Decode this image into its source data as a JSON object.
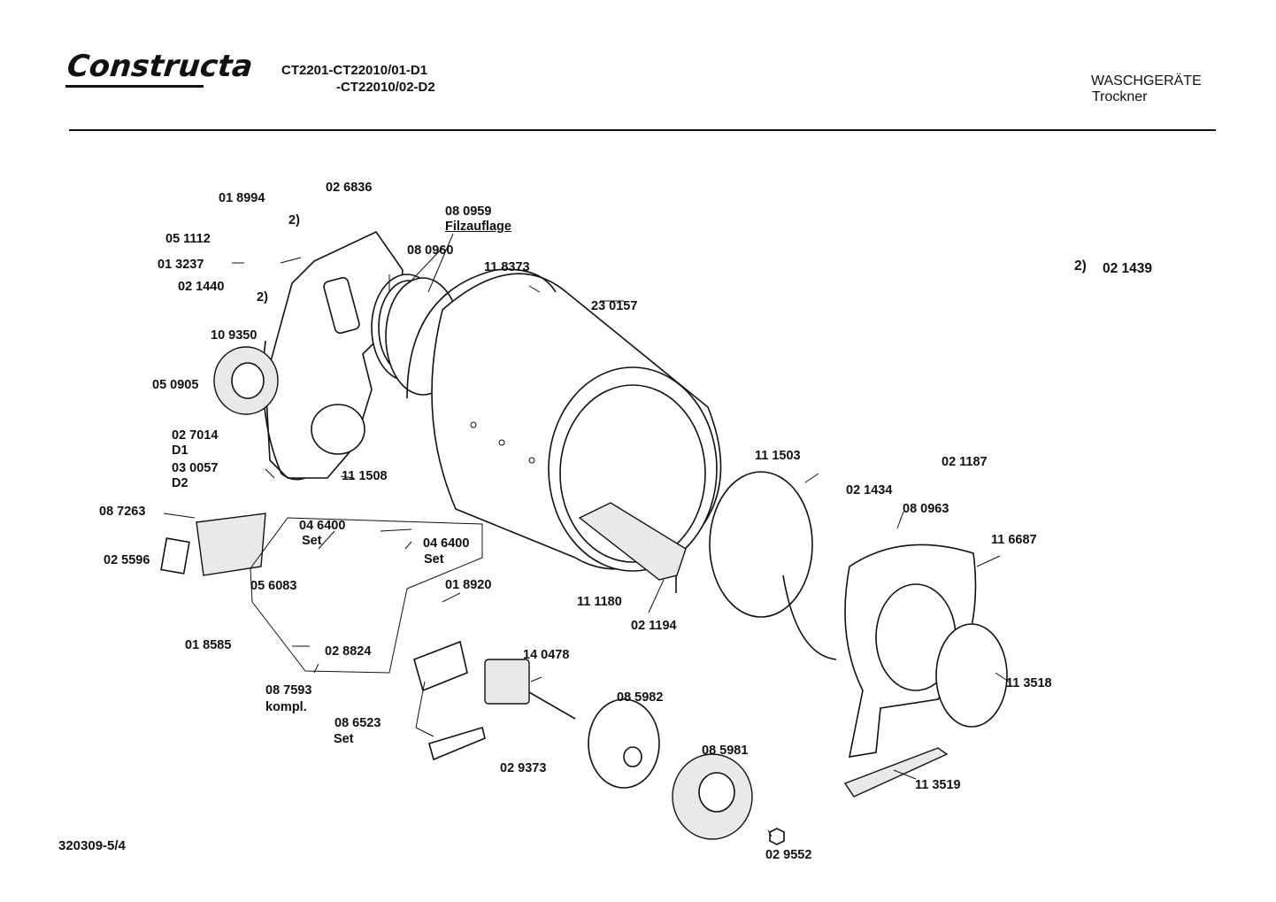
{
  "header": {
    "brand": "Constructa",
    "model_line1": "CT2201-CT22010/01-D1",
    "model_line2": "-CT22010/02-D2",
    "category_line1": "WASCHGERÄTE",
    "category_line2": "Trockner"
  },
  "footnote": {
    "marker": "2)",
    "part_no": "02 1439"
  },
  "document_number": "320309-5/4",
  "labels": {
    "p018994": "01 8994",
    "p026836": "02 6836",
    "note2a": "2)",
    "p080959": "08 0959",
    "filzauflage": "Filzauflage",
    "p051112": "05 1112",
    "p080960": "08 0960",
    "p118373": "11 8373",
    "p013237": "01 3237",
    "p021440": "02 1440",
    "note2b": "2)",
    "p230157": "23 0157",
    "p109350": "10 9350",
    "p050905": "05 0905",
    "p027014": "02 7014",
    "d1": "D1",
    "p030057": "03 0057",
    "d2": "D2",
    "p111508": "11 1508",
    "p111503": "11 1503",
    "p021187": "02 1187",
    "p021434": "02 1434",
    "p080963": "08 0963",
    "p087263": "08 7263",
    "p046400a": "04 6400",
    "set_a": "Set",
    "p046400b": "04 6400",
    "set_b": "Set",
    "p116687": "11 6687",
    "p025596": "02 5596",
    "p056083": "05 6083",
    "p018920": "01 8920",
    "p111180": "11 1180",
    "p021194": "02 1194",
    "p018585": "01 8585",
    "p028824": "02 8824",
    "p140478": "14 0478",
    "p113518": "11 3518",
    "p087593": "08 7593",
    "kompl": "kompl.",
    "p085982": "08 5982",
    "p086523": "08 6523",
    "set_c": "Set",
    "p085981": "08 5981",
    "p029373": "02 9373",
    "p113519": "11 3519",
    "p029552": "02 9552"
  }
}
